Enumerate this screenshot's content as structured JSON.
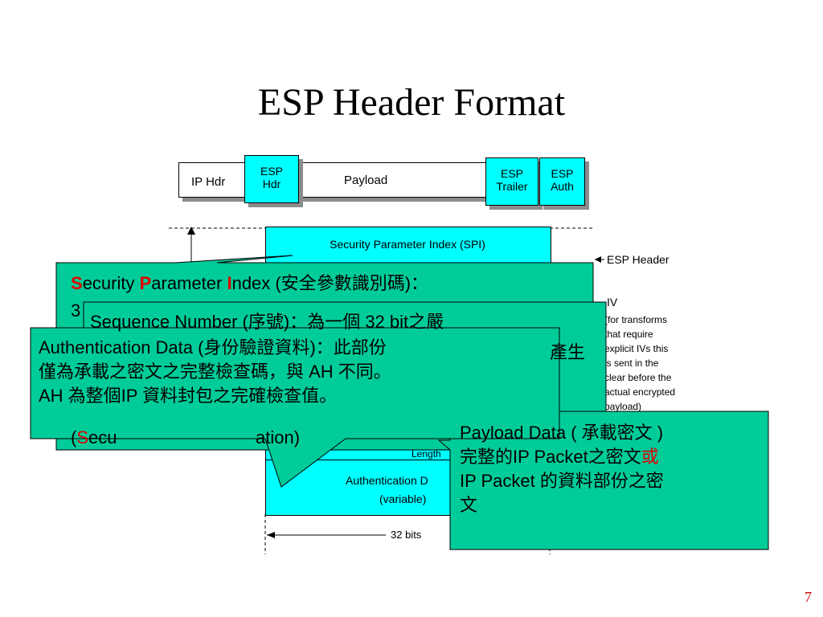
{
  "slide": {
    "title": "ESP Header Format",
    "page_number": "7"
  },
  "packet": {
    "ip_hdr": "IP Hdr",
    "esp_hdr_line1": "ESP",
    "esp_hdr_line2": "Hdr",
    "payload": "Payload",
    "esp_trailer_line1": "ESP",
    "esp_trailer_line2": "Trailer",
    "esp_auth_line1": "ESP",
    "esp_auth_line2": "Auth"
  },
  "format": {
    "spi": "Security Parameter Index (SPI)",
    "length_partial": "Length",
    "auth_data_line1": "Authentication D",
    "auth_data_line2": "(variable)",
    "width_label": "32 bits"
  },
  "side_labels": {
    "esp_header": "ESP Header",
    "iv": "IV",
    "iv_note": [
      "(for transforms",
      "that require",
      "explicit IVs this",
      "is sent in the",
      "clear before the",
      "actual encrypted",
      "payload)"
    ]
  },
  "callouts": {
    "spi": {
      "s": "S",
      "ecurity": "ecurity ",
      "p": "P",
      "arameter": "arameter ",
      "i": "I",
      "ndex": "ndex (安全參數識別碼)：",
      "line2_partial": "3",
      "bottom_partial": "(Secu",
      "bottom_partial2": "ation)"
    },
    "sequence": {
      "line1": "Sequence Number (序號)：為一個 32 bit之嚴",
      "line2_partial": "產生"
    },
    "auth": {
      "line1": "Authentication Data (身份驗證資料)：此部份",
      "line2": "僅為承載之密文之完整檢查碼，與 AH 不同。",
      "line3": "AH  為整個IP 資料封包之完確檢查值。"
    },
    "payload": {
      "line1": "Payload Data ( 承載密文 )",
      "line2a": "完整的IP Packet之密文",
      "line2b": "或",
      "line3": "IP Packet 的資料部份之密",
      "line4": "文"
    }
  },
  "colors": {
    "cyan": "#00ffff",
    "callout_green": "#00cc99",
    "highlight_red": "#e00000",
    "shadow_gray": "#8c8c8c"
  }
}
